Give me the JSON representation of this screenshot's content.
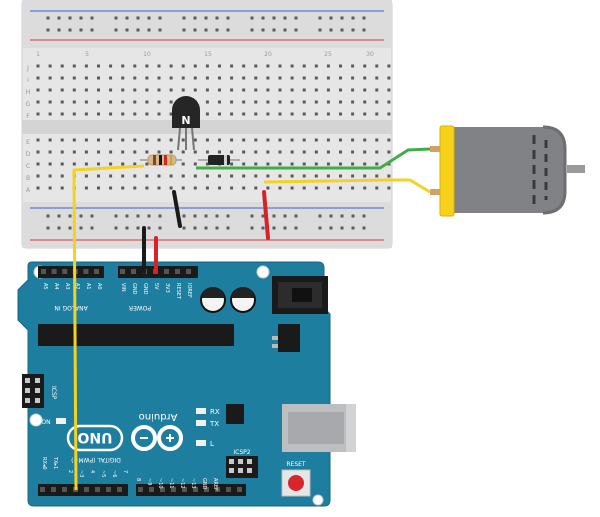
{
  "breadboard": {
    "column_numbers": [
      "1",
      "5",
      "10",
      "15",
      "20",
      "25",
      "30"
    ],
    "row_letters_top": [
      "J",
      "I",
      "H",
      "G",
      "F"
    ],
    "row_letters_bottom": [
      "E",
      "D",
      "C",
      "B",
      "A"
    ]
  },
  "transistor": {
    "label": "N"
  },
  "arduino": {
    "header_top_left": {
      "pins": [
        "A5",
        "A4",
        "A3",
        "A2",
        "A1",
        "A0"
      ],
      "label": "ANALOG IN"
    },
    "header_top_power": {
      "pins": [
        "VIN",
        "GND",
        "GND",
        "5V",
        "3V3",
        "RESET",
        "IOREF"
      ],
      "label": "POWER"
    },
    "header_bottom_right": {
      "pins": [
        "AREF",
        "GND",
        "~13",
        "~12",
        "~11",
        "~10",
        "~9",
        "8"
      ]
    },
    "header_bottom_left": {
      "pins": [
        "7",
        "~6",
        "~5",
        "4",
        "~3",
        "2",
        "TX▸1",
        "RX◂0"
      ],
      "label": "DIGITAL (PWM~)"
    },
    "logo_text": "Arduino",
    "model_text": "UNO",
    "led_labels": [
      "RX",
      "TX",
      "L",
      "ON"
    ],
    "icsp_labels": [
      "ICSP",
      "ICSP2"
    ],
    "reset_label": "RESET"
  },
  "colors": {
    "board_blue": "#1e7ea0",
    "wire_yellow": "#f2d323",
    "wire_green": "#3fae49",
    "wire_red": "#d4242a",
    "wire_black": "#1a1a1a",
    "motor_body": "#808285",
    "motor_cap": "#f7d117"
  }
}
